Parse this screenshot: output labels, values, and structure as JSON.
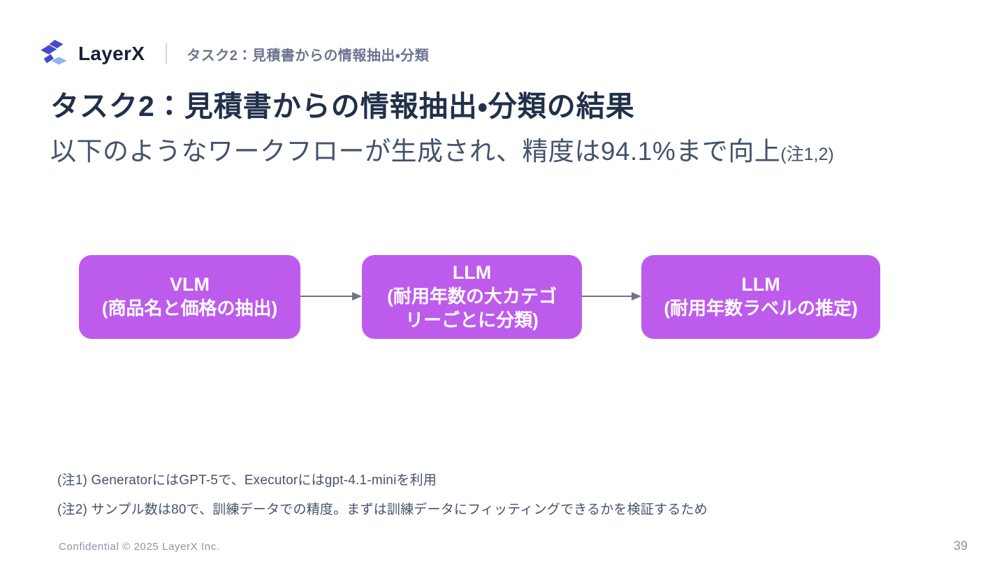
{
  "header": {
    "brand": "LayerX",
    "kicker": "タスク2：見積書からの情報抽出・分類"
  },
  "title": "タスク2：見積書からの情報抽出・分類の結果",
  "subtitle": {
    "text": "以下のようなワークフローが生成され、精度は94.1%まで向上",
    "note_ref": "(注1,2)"
  },
  "workflow": {
    "boxes": [
      {
        "title": "VLM",
        "subtitle": "(商品名と価格の抽出)"
      },
      {
        "title": "LLM",
        "subtitle": "(耐用年数の大カテゴ\nリーごとに分類)"
      },
      {
        "title": "LLM",
        "subtitle": "(耐用年数ラベルの推定)"
      }
    ],
    "box_color": "#bd5cec",
    "arrow_color": "#6f7580"
  },
  "footnotes": [
    "(注1) GeneratorにはGPT-5で、Executorにはgpt-4.1-miniを利用",
    "(注2) サンプル数は80で、訓練データでの精度。まずは訓練データにフィッティングできるかを検証するため"
  ],
  "footer": {
    "confidential": "Confidential © 2025 LayerX Inc.",
    "page_number": "39"
  },
  "colors": {
    "title_text": "#22304a",
    "subtitle_text": "#44526c",
    "kicker_text": "#6b7590",
    "logo_indigo": "#444ccc",
    "logo_lightblue": "#8fb5f0",
    "footer_text": "#8b93a4"
  }
}
